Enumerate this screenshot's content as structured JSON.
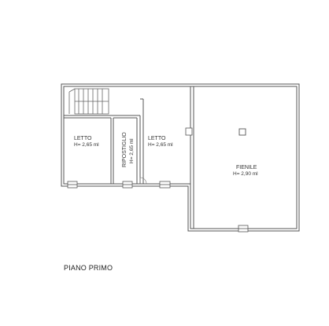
{
  "rooms": [
    {
      "name": "LETTO",
      "height_label": "H= 2,65 ml"
    },
    {
      "name": "RIPOSTIGLIO",
      "height_label": "H= 2,65 ml"
    },
    {
      "name": "LETTO",
      "height_label": "H= 2,65 ml"
    },
    {
      "name": "FIENILE",
      "height_label": "H= 2,90 ml"
    }
  ],
  "floor_label": "PIANO PRIMO",
  "colors": {
    "wall": "#555555",
    "line": "#777777"
  }
}
